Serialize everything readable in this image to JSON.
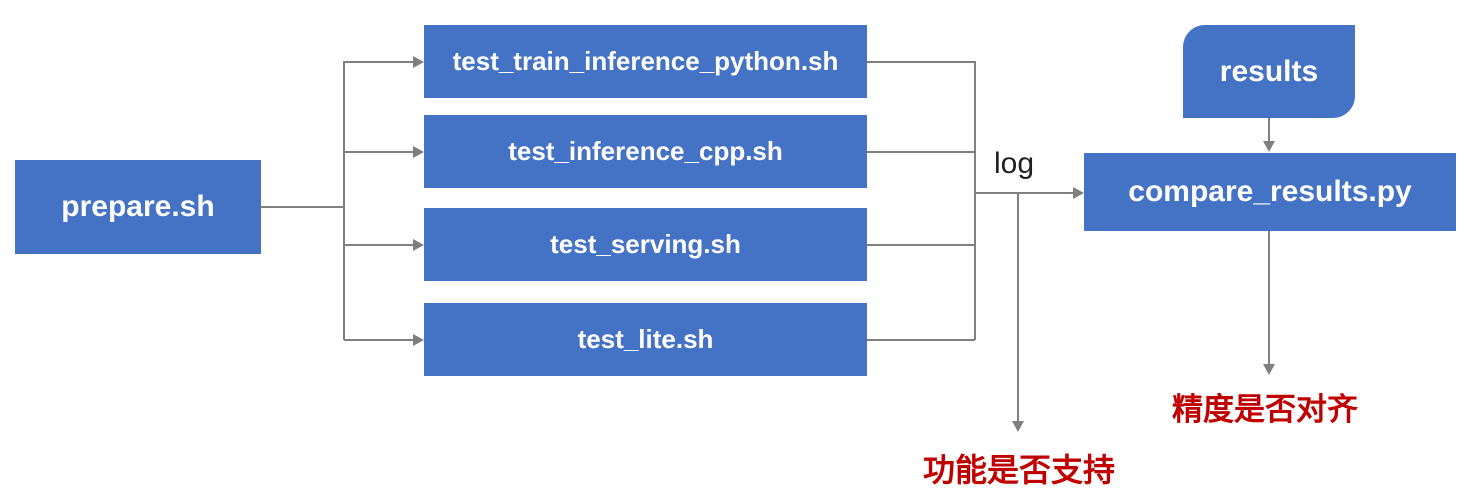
{
  "nodes": {
    "prepare": {
      "label": "prepare.sh"
    },
    "tests": [
      {
        "label": "test_train_inference_python.sh"
      },
      {
        "label": "test_inference_cpp.sh"
      },
      {
        "label": "test_serving.sh"
      },
      {
        "label": "test_lite.sh"
      }
    ],
    "results": {
      "label": "results"
    },
    "compare": {
      "label": "compare_results.py"
    }
  },
  "edge_labels": {
    "log": "log"
  },
  "outcomes": {
    "precision": "精度是否对齐",
    "function": "功能是否支持"
  },
  "colors": {
    "node_fill": "#4472C4",
    "node_text": "#FFFFFF",
    "connector_gray": "#808080",
    "outcome_red": "#C00000",
    "edge_label_black": "#1F1F1F",
    "background": "#FFFFFF"
  }
}
